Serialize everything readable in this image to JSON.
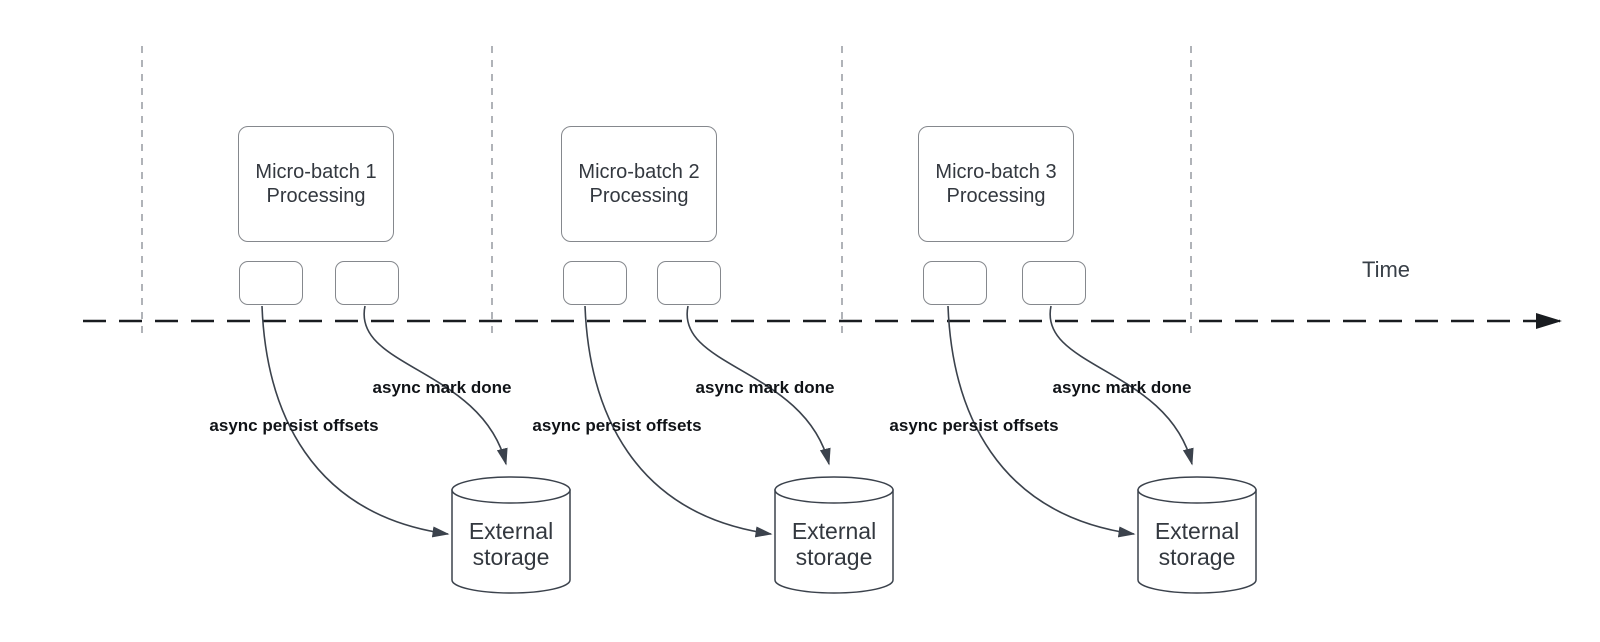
{
  "diagram": {
    "time_axis": {
      "label": "Time"
    },
    "batches": [
      {
        "processing_label": "Micro-batch 1 Processing",
        "persist_arrow_label": "async persist offsets",
        "done_arrow_label": "async mark done",
        "storage_label": "External storage"
      },
      {
        "processing_label": "Micro-batch 2 Processing",
        "persist_arrow_label": "async persist offsets",
        "done_arrow_label": "async mark done",
        "storage_label": "External storage"
      },
      {
        "processing_label": "Micro-batch 3 Processing",
        "persist_arrow_label": "async persist offsets",
        "done_arrow_label": "async mark done",
        "storage_label": "External storage"
      }
    ],
    "colors": {
      "background": "#ffffff",
      "shape_outline": "#85888d",
      "connector": "#3b424c",
      "time_axis": "#191c20",
      "batch_boundary_dash": "#a7abb0",
      "shape_text": "#33383f",
      "connector_label_text": "#101317"
    }
  }
}
